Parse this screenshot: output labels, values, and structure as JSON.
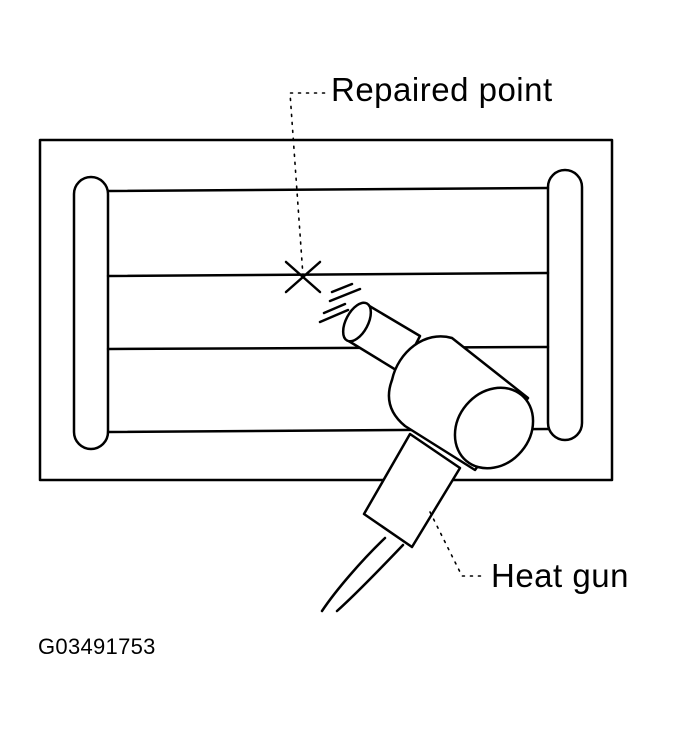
{
  "labels": {
    "repaired_point": "Repaired point",
    "heat_gun": "Heat gun",
    "figure_id": "G03491753"
  },
  "colors": {
    "ink": "#000000",
    "paper": "#ffffff"
  }
}
